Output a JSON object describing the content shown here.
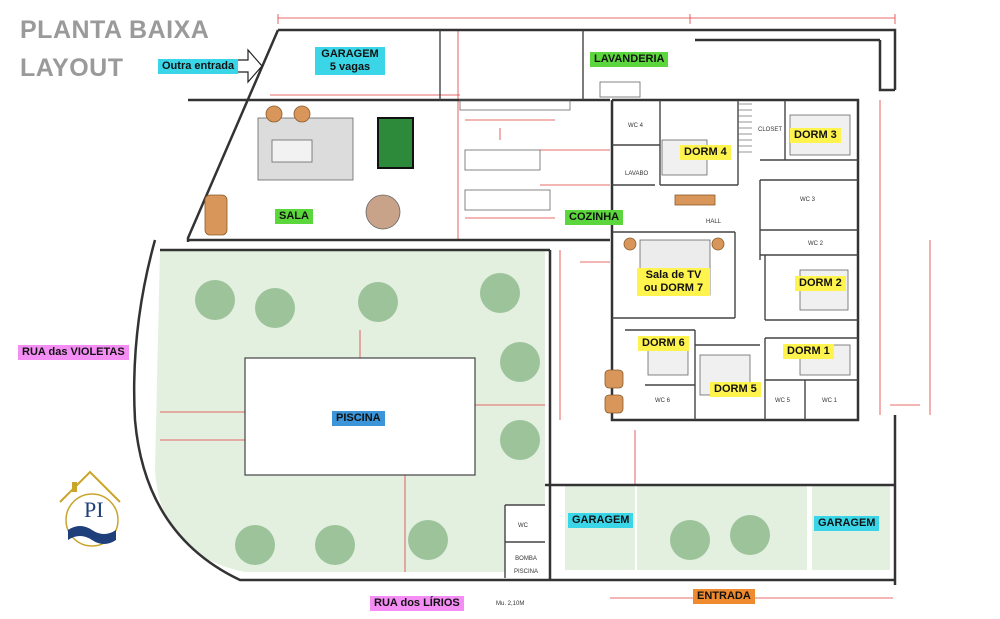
{
  "title": {
    "line1": "PLANTA BAIXA",
    "line2": "LAYOUT"
  },
  "labels": {
    "outra_entrada": "Outra entrada",
    "garagem_top_1": "GARAGEM",
    "garagem_top_2": "5 vagas",
    "lavanderia": "LAVANDERIA",
    "sala": "SALA",
    "cozinha": "COZINHA",
    "dorm4": "DORM 4",
    "dorm3": "DORM 3",
    "sala_tv_1": "Sala de TV",
    "sala_tv_2": "ou DORM 7",
    "dorm2": "DORM 2",
    "dorm6": "DORM 6",
    "dorm1": "DORM 1",
    "dorm5": "DORM 5",
    "piscina": "PISCINA",
    "rua_violetas": "RUA das VIOLETAS",
    "rua_lirios": "RUA dos LÍRIOS",
    "garagem_left": "GARAGEM",
    "garagem_right": "GARAGEM",
    "entrada": "ENTRADA",
    "hall": "HALL",
    "closet": "CLOSET",
    "lavabo": "LAVABO",
    "wc4": "WC 4",
    "wc3": "WC 3",
    "wc2": "WC 2",
    "wc1": "WC 1",
    "wc5": "WC 5",
    "wc6": "WC 6",
    "wc": "WC",
    "bomba_1": "BOMBA",
    "bomba_2": "PISCINA",
    "muro": "Mu. 2,10M"
  },
  "logo": {
    "letters": "PI"
  },
  "colors": {
    "yellow": "#fff34d",
    "green": "#5bd63c",
    "cyan": "#3ad6e8",
    "pink": "#f48ef4",
    "blue": "#3b95d8",
    "orange": "#f08a2e",
    "wall": "#333333",
    "dim": "#e03a3a",
    "lawn": "#e3f0e0",
    "plant": "#8fb88a",
    "logo_blue": "#1f3f7a",
    "logo_gold": "#c9a52a"
  }
}
